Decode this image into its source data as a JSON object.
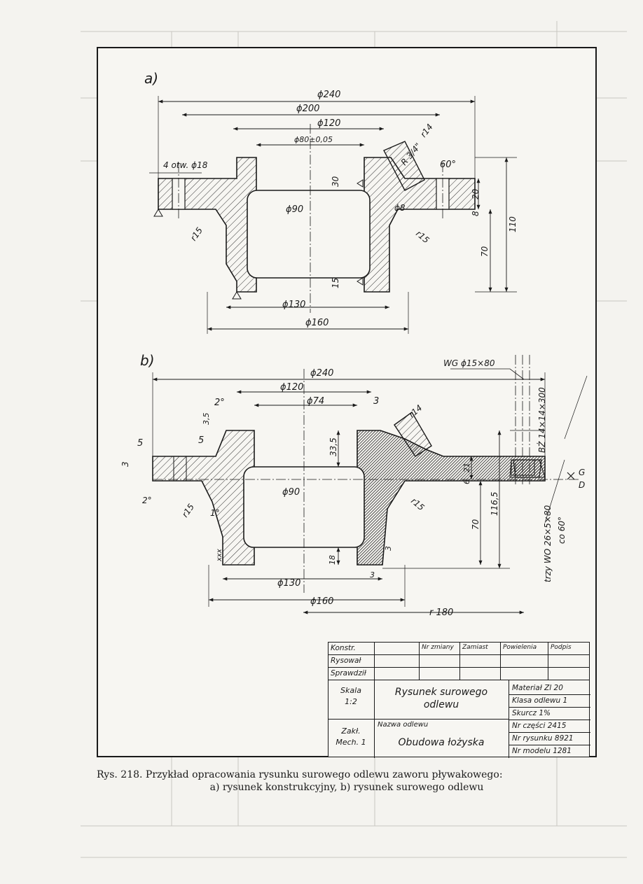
{
  "labels": {
    "fig_a": "a)",
    "fig_b": "b)"
  },
  "dims_a": {
    "d240": "ϕ240",
    "d200": "ϕ200",
    "d120": "ϕ120",
    "d80": "ϕ80±0,05",
    "holes": "4 otw. ϕ18",
    "r14": "r14",
    "r34": "R 3/4\"",
    "a60": "60°",
    "h30": "30",
    "h20": "20",
    "h8": "8",
    "h110": "110",
    "h70": "70",
    "h15": "15",
    "d90": "ϕ90",
    "d8": "ϕ8",
    "r15l": "r15",
    "r15r": "r15",
    "d130": "ϕ130",
    "d160": "ϕ160"
  },
  "dims_b": {
    "wg": "WG ϕ15×80",
    "d240": "ϕ240",
    "d120": "ϕ120",
    "d74": "ϕ74",
    "n3top": "3",
    "a2top": "2°",
    "h35": "3,5",
    "n5a": "5",
    "n5b": "5",
    "r14": "r14",
    "h335": "33,5",
    "bz": "BŻ 14×14×300",
    "n3l": "3",
    "a2l": "2°",
    "r15l": "r15",
    "a1": "1°",
    "d90": "ϕ90",
    "h21": "21",
    "h6": "6",
    "h1165": "116,5",
    "h70": "70",
    "r15r": "r15",
    "xxx": "xxx",
    "h18": "18",
    "n3a": "3",
    "n3b": "3",
    "d130": "ϕ130",
    "d160": "ϕ160",
    "r180": "r 180",
    "trzy": "trzy WO 26×5×80",
    "co60": "co 60°",
    "g": "G",
    "d": "D",
    "x": "X"
  },
  "title_block": {
    "konstr": "Konstr.",
    "rysowal": "Rysował",
    "sprawdzil": "Sprawdził",
    "h_nrzm": "Nr zmiany",
    "h_zamiast": "Zamiast",
    "h_powiel": "Powielenia",
    "h_podpis": "Podpis",
    "skala_label": "Skala",
    "skala_value": "1:2",
    "title_line1": "Rysunek surowego",
    "title_line2": "odlewu",
    "material": "Materiał Zl 20",
    "klasa": "Klasa odlewu 1",
    "skurcz": "Skurcz 1%",
    "nr_czesci": "Nr części 2415",
    "nr_rysunku": "Nr rysunku 8921",
    "nr_modelu": "Nr modelu 1281",
    "zakl_line1": "Zakł.",
    "zakl_line2": "Mech. 1",
    "nazwa_label": "Nazwa odlewu",
    "nazwa_value": "Obudowa łożyska"
  },
  "caption": {
    "line1": "Rys. 218. Przykład opracowania rysunku surowego odlewu zaworu pływakowego:",
    "line2": "a) rysunek konstrukcyjny, b) rysunek surowego odlewu"
  }
}
